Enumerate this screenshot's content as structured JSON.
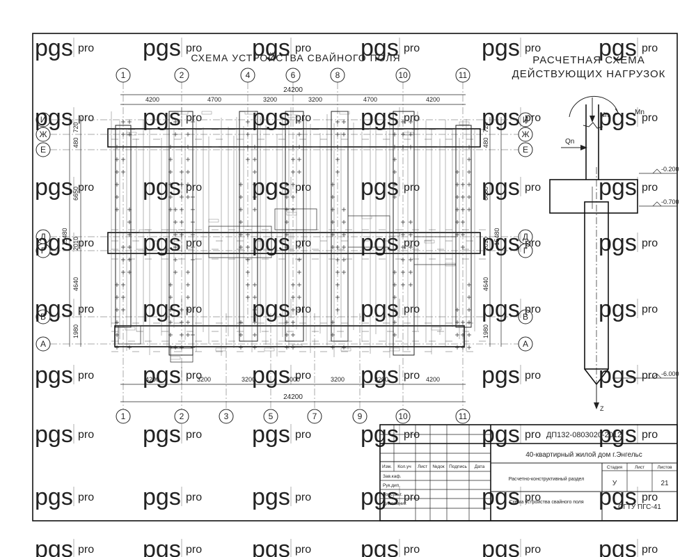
{
  "plan": {
    "title": "СХЕМА УСТРОЙСТВА СВАЙНОГО ПОЛЯ",
    "overall_top": "24200",
    "overall_bottom": "24200",
    "top_axes": [
      "1",
      "2",
      "4",
      "6",
      "8",
      "10",
      "11"
    ],
    "bottom_axes": [
      "1",
      "2",
      "3",
      "5",
      "7",
      "9",
      "10",
      "11"
    ],
    "top_spans": [
      "4200",
      "4700",
      "3200",
      "3200",
      "4700",
      "4200"
    ],
    "bottom_spans": [
      "4200",
      "3200",
      "3200",
      "3000",
      "3200",
      "3200",
      "4200"
    ],
    "row_axes": [
      "И",
      "Ж",
      "Е",
      "Д",
      "Г",
      "В",
      "А"
    ],
    "left_dims": [
      "720",
      "480",
      "6650",
      "15480",
      "2010",
      "4640",
      "1980"
    ],
    "right_dims": [
      "720",
      "480",
      "6650",
      "15480",
      "2010",
      "4640",
      "1980"
    ]
  },
  "load_scheme": {
    "title_line1": "РАСЧЕТНАЯ СХЕМА",
    "title_line2": "ДЕЙСТВУЮЩИХ НАГРУЗОК",
    "force_n": "Nn",
    "moment": "Mn",
    "shear": "Qn",
    "level_1": "-0.200",
    "level_2": "-0.700",
    "level_3": "-6.000",
    "axis_z": "Z"
  },
  "title_block": {
    "code": "ДП132-0803020-2012",
    "project": "40-квартирный жилой дом г.Энгельс",
    "section": "Расчетно-конструктивный раздел",
    "sheet_name": "Схема устройства свайного поля",
    "org": "СГТУ ПГС-41",
    "col_headers": [
      "Изм.",
      "Кол.уч",
      "Лист",
      "№док",
      "Подпись",
      "Дата"
    ],
    "roles": [
      "Зав.каф.",
      "Рук.дип.",
      "Консульт.",
      "Дипломник"
    ],
    "stage_label": "Стадия",
    "sheet_label": "Лист",
    "sheets_label": "Листов",
    "stage": "У",
    "sheets": "21"
  },
  "watermark": {
    "brand": "pgs",
    "sub": "pro"
  }
}
